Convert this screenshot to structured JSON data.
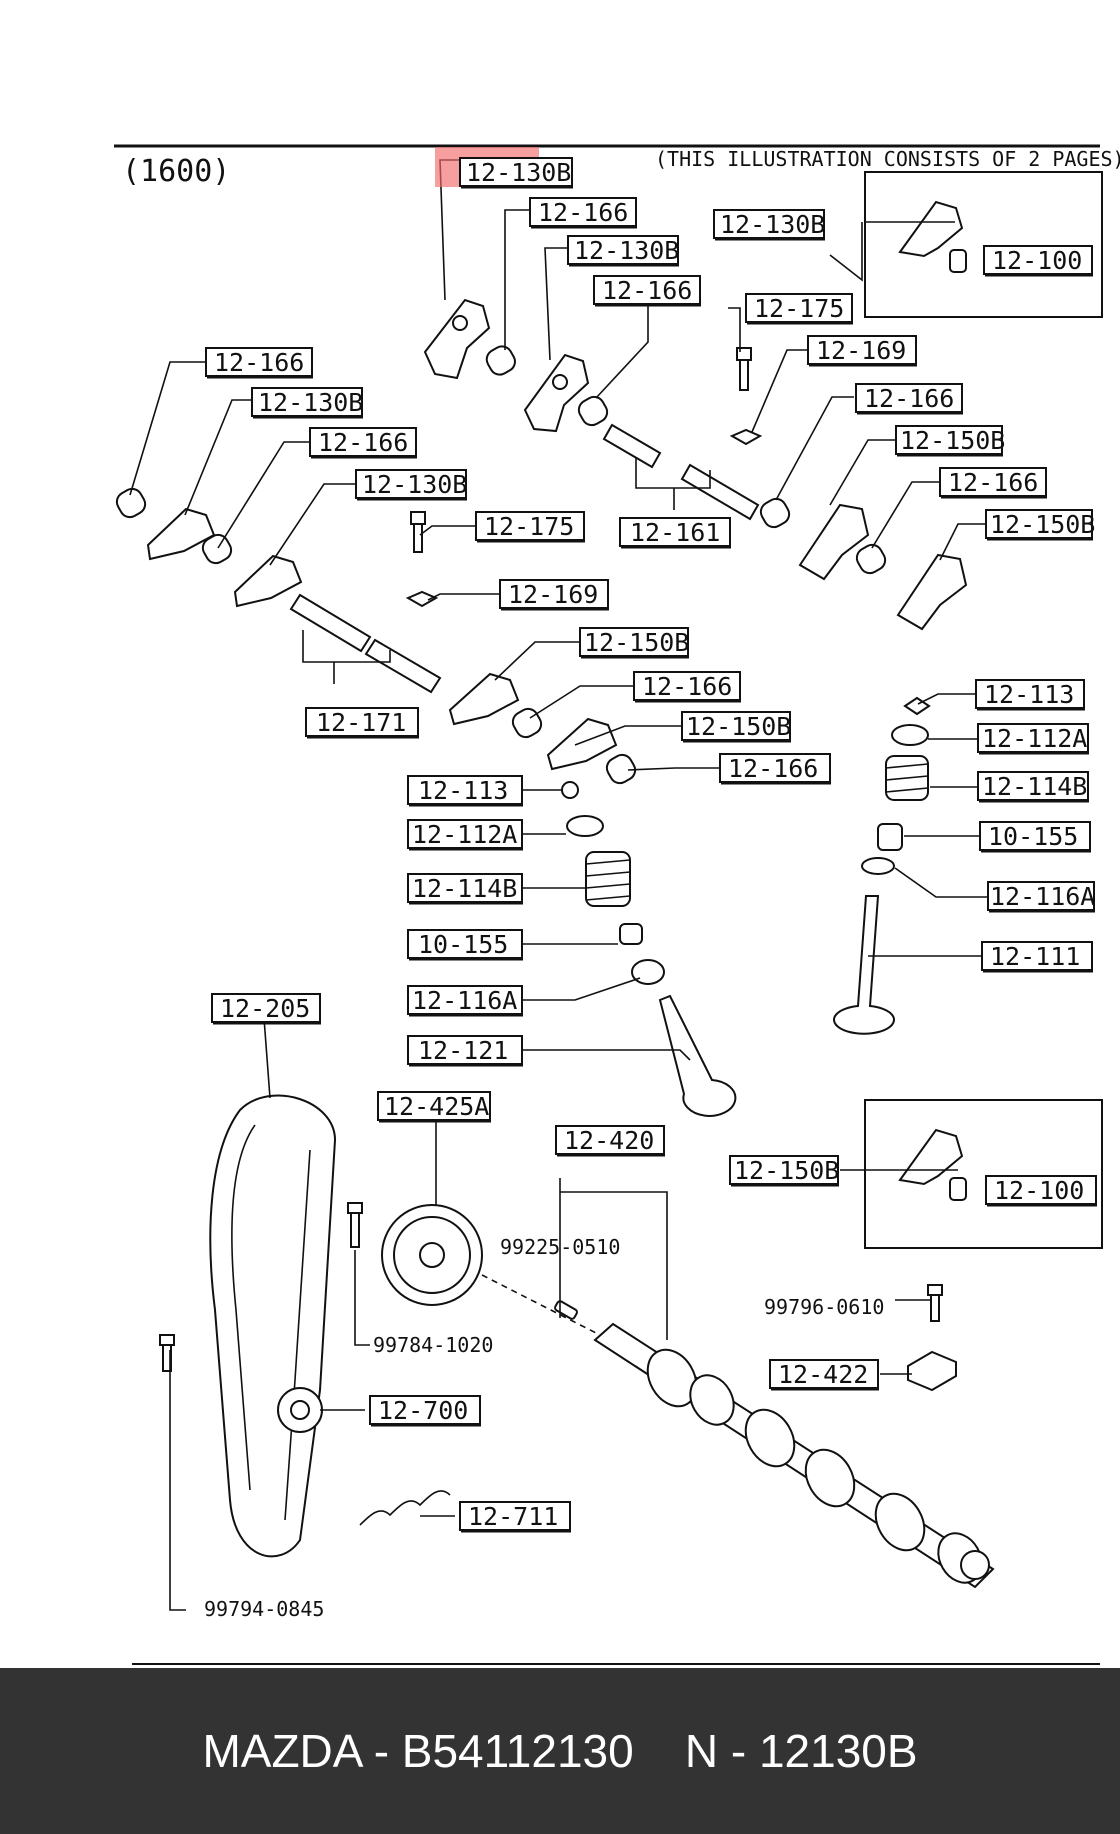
{
  "header": {
    "engine": "(1600)",
    "note": "(THIS ILLUSTRATION CONSISTS OF  2 PAGES)"
  },
  "highlight_color": "#f26b6b",
  "labels": {
    "l1": "12-130B",
    "l2": "12-166",
    "l3": "12-130B",
    "l4": "12-166",
    "l5": "12-130B",
    "l6": "12-100",
    "l7": "12-175",
    "l8": "12-169",
    "l9": "12-166",
    "l10": "12-150B",
    "l11": "12-166",
    "l12": "12-150B",
    "l13": "12-161",
    "l14": "12-166",
    "l15": "12-130B",
    "l16": "12-166",
    "l17": "12-130B",
    "l18": "12-175",
    "l19": "12-169",
    "l20": "12-150B",
    "l21": "12-166",
    "l22": "12-150B",
    "l23": "12-166",
    "l24": "12-171",
    "l25": "12-113",
    "l26": "12-112A",
    "l27": "12-114B",
    "l28": "10-155",
    "l29": "12-116A",
    "l30": "12-121",
    "l31": "12-113",
    "l32": "12-112A",
    "l33": "12-114B",
    "l34": "10-155",
    "l35": "12-116A",
    "l36": "12-111",
    "l37": "12-205",
    "l38": "12-425A",
    "l39": "12-420",
    "l40": "12-150B",
    "l41": "12-100",
    "l42": "12-422",
    "l43": "12-700",
    "l44": "12-711"
  },
  "part_numbers": {
    "p1": "99225-0510",
    "p2": "99784-1020",
    "p3": "99796-0610",
    "p4": "99794-0845"
  },
  "footer": {
    "text": "MAZDA - B54112130    N - 12130B"
  }
}
